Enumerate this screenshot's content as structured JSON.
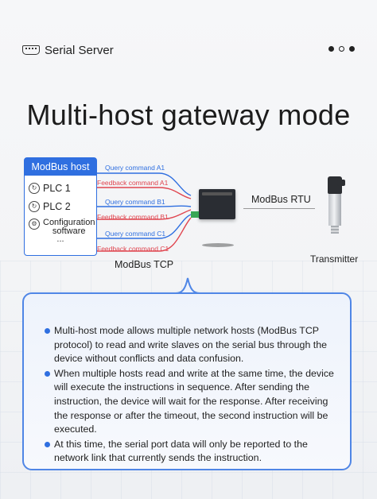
{
  "header": {
    "brand": "Serial Server",
    "brand_icon": "serial-port-icon"
  },
  "title": "Multi-host gateway mode",
  "diagram": {
    "host_box": {
      "title": "ModBus host",
      "items": [
        {
          "label": "PLC 1",
          "icon": "plc-icon"
        },
        {
          "label": "PLC 2",
          "icon": "plc-icon"
        },
        {
          "label": "Configuration\nsoftware",
          "icon": "software-icon"
        }
      ],
      "more": "..."
    },
    "commands": [
      {
        "query": "Query command A1",
        "feedback": "Feedback command A1"
      },
      {
        "query": "Query command B1",
        "feedback": "Feedback command B1"
      },
      {
        "query": "Query command C1",
        "feedback": "Feedback command C1"
      }
    ],
    "tcp_label": "ModBus TCP",
    "rtu_label": "ModBus RTU",
    "transmitter_label": "Transmitter"
  },
  "bullets": [
    "Multi-host mode allows multiple network hosts (ModBus TCP protocol) to read and write slaves on the serial bus through the device without conflicts and data confusion.",
    "When multiple hosts read and write at the same time, the device will execute the instructions in sequence. After sending the instruction, the device will wait for the response. After receiving the response or after the timeout, the second instruction will be executed.",
    "At this time, the serial port data will only be reported to the network link that currently sends the instruction."
  ],
  "colors": {
    "accent": "#2f6fe0",
    "query": "#2f6fe0",
    "feedback": "#e0454f"
  }
}
